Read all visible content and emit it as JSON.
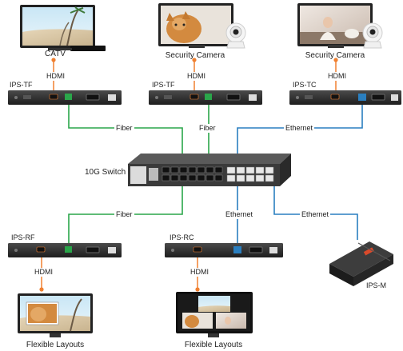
{
  "labels": {
    "catv": "CATV",
    "security_camera_1": "Security Camera",
    "security_camera_2": "Security Camera",
    "hdmi": "HDMI",
    "ips_tf": "IPS-TF",
    "ips_tc": "IPS-TC",
    "fiber": "Fiber",
    "ethernet": "Ethernet",
    "switch": "10G Switch",
    "ips_rf": "IPS-RF",
    "ips_rc": "IPS-RC",
    "ips_m": "IPS-M",
    "flexible_layouts": "Flexible Layouts"
  },
  "colors": {
    "fiber": "#2aa64a",
    "ethernet": "#2a7fc0",
    "hdmi": "#f08030"
  },
  "icons": [
    "catv-tv-icon",
    "security-camera-tv-1-icon",
    "security-camera-tv-2-icon",
    "switch-10g-icon"
  ]
}
